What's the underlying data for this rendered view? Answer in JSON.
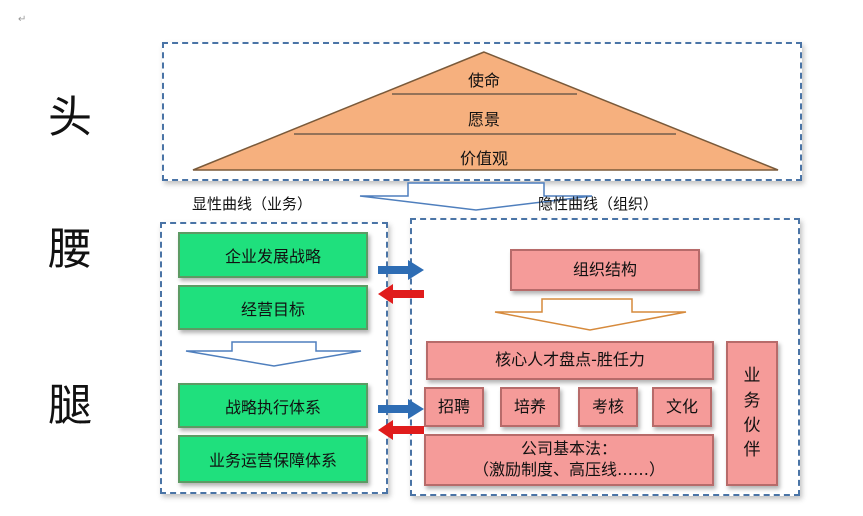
{
  "corner_mark": "↵",
  "side_labels": {
    "head": "头",
    "waist": "腰",
    "legs": "腿"
  },
  "pyramid": {
    "top": "使命",
    "middle": "愿景",
    "bottom": "价值观"
  },
  "left_column": {
    "title": "显性曲线（业务）",
    "boxes": [
      "企业发展战略",
      "经营目标",
      "战略执行体系",
      "业务运营保障体系"
    ]
  },
  "right_column": {
    "title": "隐性曲线（组织）",
    "org_structure": "组织结构",
    "talent_review": "核心人才盘点-胜任力",
    "small_boxes": [
      "招聘",
      "培养",
      "考核",
      "文化"
    ],
    "company_law_line1": "公司基本法：",
    "company_law_line2": "（激励制度、高压线……）",
    "partner": "业务伙伴"
  },
  "colors": {
    "pyramid_fill": "#f6b07e",
    "green_box": "#1fe07d",
    "pink_box": "#f59b99",
    "dashed_border": "#4a74a6",
    "arrow_blue": "#2e6db4",
    "arrow_red": "#e01c1c"
  }
}
